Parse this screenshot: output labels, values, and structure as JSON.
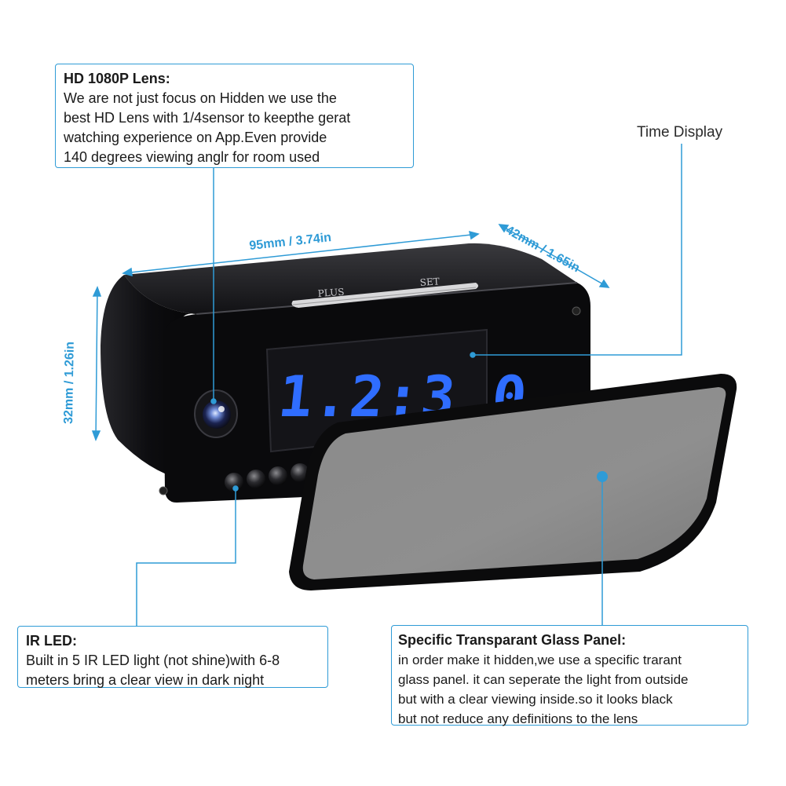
{
  "callouts": {
    "lens": {
      "title": "HD 1080P Lens:",
      "lines": [
        "We are not just focus on Hidden we use the",
        "best HD Lens with 1/4sensor to keepthe gerat",
        "watching experience on App.Even provide",
        "140 degrees viewing anglr for room used"
      ]
    },
    "time_display": {
      "label": "Time Display"
    },
    "ir_led": {
      "title": "IR LED:",
      "lines": [
        "Built in 5 IR LED light (not shine)with 6-8",
        "meters bring a clear view in dark night"
      ]
    },
    "glass_panel": {
      "title": "Specific Transparant Glass Panel:",
      "lines": [
        "in order make it hidden,we use a specific trarant",
        "glass panel. it can seperate the light from outside",
        "but with a clear viewing inside.so it looks black",
        "but not reduce any definitions to the lens"
      ]
    }
  },
  "dimensions": {
    "length": "95mm / 3.74in",
    "depth": "42mm / 1.65in",
    "height": "32mm / 1.26in"
  },
  "device": {
    "clock_digits": "1.2:3.0.",
    "button_plus": "PLUS",
    "button_set": "SET"
  },
  "colors": {
    "accent_line": "#2f9bd6",
    "digit_blue": "#2f6dff",
    "body": "#0b0b0d"
  }
}
